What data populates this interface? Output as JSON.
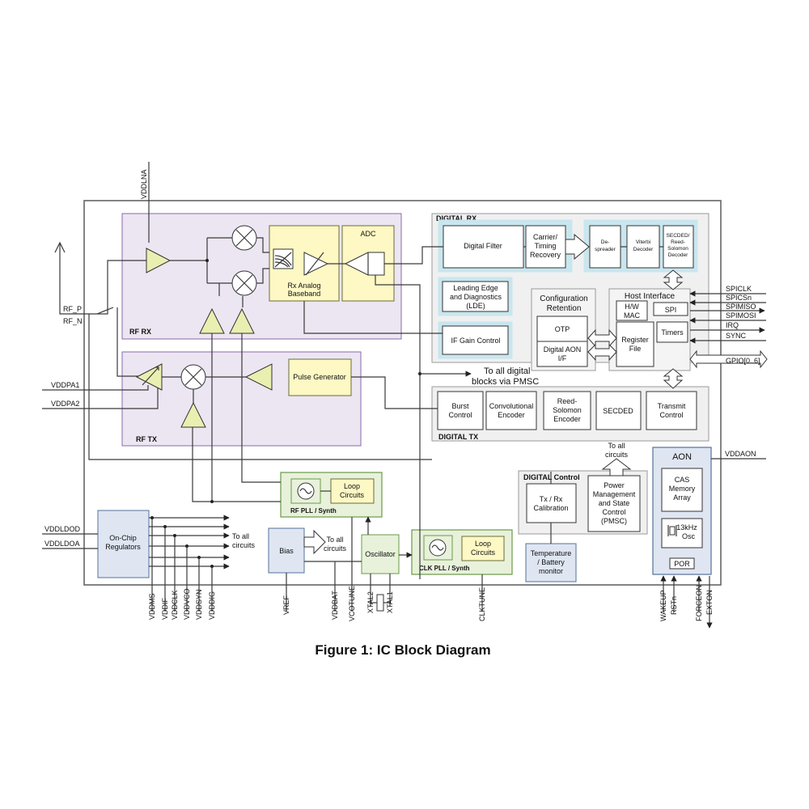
{
  "caption": "Figure 1: IC Block Diagram",
  "colors": {
    "rf": "#ece6f2",
    "rf_border": "#8a6aa8",
    "yellow": "#fdf8c4",
    "yellow_border": "#6b6b3a",
    "green": "#e8f1da",
    "green_border": "#6a9a4a",
    "teal": "#c9e6ee",
    "grey": "#f0f0f0",
    "grey_border": "#9a9a9a",
    "blue": "#dfe6f2",
    "blue_border": "#55709a",
    "triangle": "#e9efb0"
  },
  "regions": {
    "rf_rx": "RF RX",
    "rf_tx": "RF TX",
    "digital_rx": "DIGITAL RX",
    "digital_tx": "DIGITAL TX",
    "digital_control": "DIGITAL Control",
    "aon": "AON",
    "rf_pll": "RF PLL / Synth",
    "clk_pll": "CLK PLL / Synth"
  },
  "blocks": {
    "adc": "ADC",
    "rx_baseband": [
      "Rx Analog",
      "Baseband"
    ],
    "pulse_generator": "Pulse Generator",
    "digital_filter": "Digital Filter",
    "carrier_timing": [
      "Carrier/",
      "Timing",
      "Recovery"
    ],
    "despreader": [
      "De-",
      "spreader"
    ],
    "viterbi": [
      "Viterbi",
      "Decoder"
    ],
    "secded_reed": [
      "SECDED/",
      "Reed-",
      "Solomon",
      "Decoder"
    ],
    "lde": [
      "Leading Edge",
      "and Diagnostics",
      "(LDE)"
    ],
    "if_gain": "IF Gain Control",
    "config_retention": [
      "Configuration",
      "Retention"
    ],
    "otp": "OTP",
    "digital_aon_if": [
      "Digital AON",
      "I/F"
    ],
    "host_interface": "Host Interface",
    "hw_mac": [
      "H/W",
      "MAC"
    ],
    "spi": "SPI",
    "register_file": [
      "Register",
      "File"
    ],
    "timers": "Timers",
    "burst_control": [
      "Burst",
      "Control"
    ],
    "conv_encoder": [
      "Convolutional",
      "Encoder"
    ],
    "rs_encoder": [
      "Reed-",
      "Solomon",
      "Encoder"
    ],
    "secded": "SECDED",
    "transmit_control": [
      "Transmit",
      "Control"
    ],
    "loop_circuits_rf": [
      "Loop",
      "Circuits"
    ],
    "loop_circuits_clk": [
      "Loop",
      "Circuits"
    ],
    "tx_rx_cal": [
      "Tx / Rx",
      "Calibration"
    ],
    "pmsc": [
      "Power",
      "Management",
      "and State",
      "Control",
      "(PMSC)"
    ],
    "temp_battery": [
      "Temperature",
      "/ Battery",
      "monitor"
    ],
    "cas_memory": [
      "CAS",
      "Memory",
      "Array"
    ],
    "osc_13k": [
      "13kHz",
      "Osc"
    ],
    "por": "POR",
    "on_chip_regulators": [
      "On-Chip",
      "Regulators"
    ],
    "bias": "Bias",
    "oscillator": "Oscillator"
  },
  "annotations": {
    "to_all_digital": [
      "To all digital",
      "blocks via PMSC"
    ],
    "to_all_circuits_pmsc": [
      "To all",
      "circuits"
    ],
    "to_all_circuits_bias": [
      "To all",
      "circuits"
    ],
    "to_all_circuits_reg": [
      "To all",
      "circuits"
    ]
  },
  "pins": {
    "top": "VDDLNA",
    "left": [
      "RF_P",
      "RF_N",
      "VDDPA1",
      "VDDPA2",
      "VDDLDOD",
      "VDDLDOA"
    ],
    "right": [
      "SPICLK",
      "SPICSn",
      "SPIMISO",
      "SPIMOSI",
      "IRQ",
      "SYNC",
      "GPIO[0..6]",
      "VDDAON"
    ],
    "bottom": [
      "VDDMS",
      "VDDIF",
      "VDDCLK",
      "VDDVCO",
      "VDDSYN",
      "VDDDIG",
      "VREF",
      "VDDBAT",
      "VCOTUNE",
      "XTAL2",
      "XTAL1",
      "CLKTUNE",
      "WAKEUP",
      "RSTn",
      "FORCEON",
      "EXTON"
    ]
  }
}
